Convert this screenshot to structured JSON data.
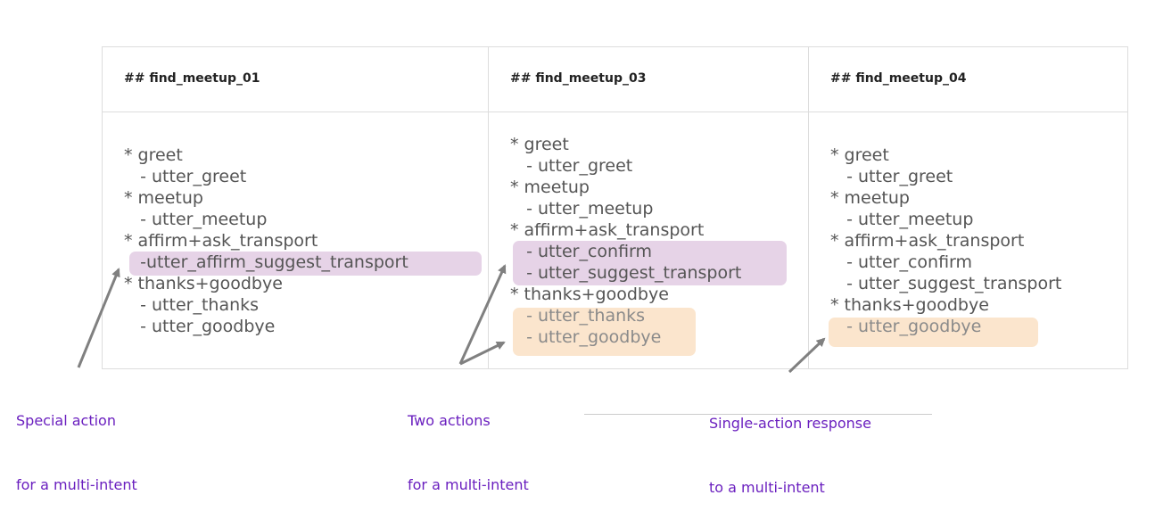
{
  "stories": [
    {
      "header": "## find_meetup_01",
      "lines": [
        "* greet",
        "   - utter_greet",
        "* meetup",
        "   - utter_meetup",
        "* affirm+ask_transport",
        "   -utter_affirm_suggest_transport",
        "* thanks+goodbye",
        "   - utter_thanks",
        "   - utter_goodbye"
      ]
    },
    {
      "header": "## find_meetup_03",
      "lines": [
        "* greet",
        "   - utter_greet",
        "* meetup",
        "   - utter_meetup",
        "* affirm+ask_transport",
        "   - utter_confirm",
        "   - utter_suggest_transport",
        "* thanks+goodbye",
        "   - utter_thanks",
        "   - utter_goodbye"
      ]
    },
    {
      "header": "## find_meetup_04",
      "lines": [
        "* greet",
        "   - utter_greet",
        "* meetup",
        "   - utter_meetup",
        "* affirm+ask_transport",
        "   - utter_confirm",
        "   - utter_suggest_transport",
        "* thanks+goodbye",
        "   - utter_goodbye"
      ]
    }
  ],
  "captions": [
    {
      "line1": "Special action",
      "line2": "for a multi-intent"
    },
    {
      "line1": "Two actions",
      "line2": "for a multi-intent"
    },
    {
      "line1": "Single-action response",
      "line2": "to a multi-intent"
    }
  ],
  "colors": {
    "purple_highlight": "#e6d3e7",
    "orange_highlight": "#fbe5cd",
    "caption_text": "#6a1fbf",
    "arrow": "#808080"
  }
}
